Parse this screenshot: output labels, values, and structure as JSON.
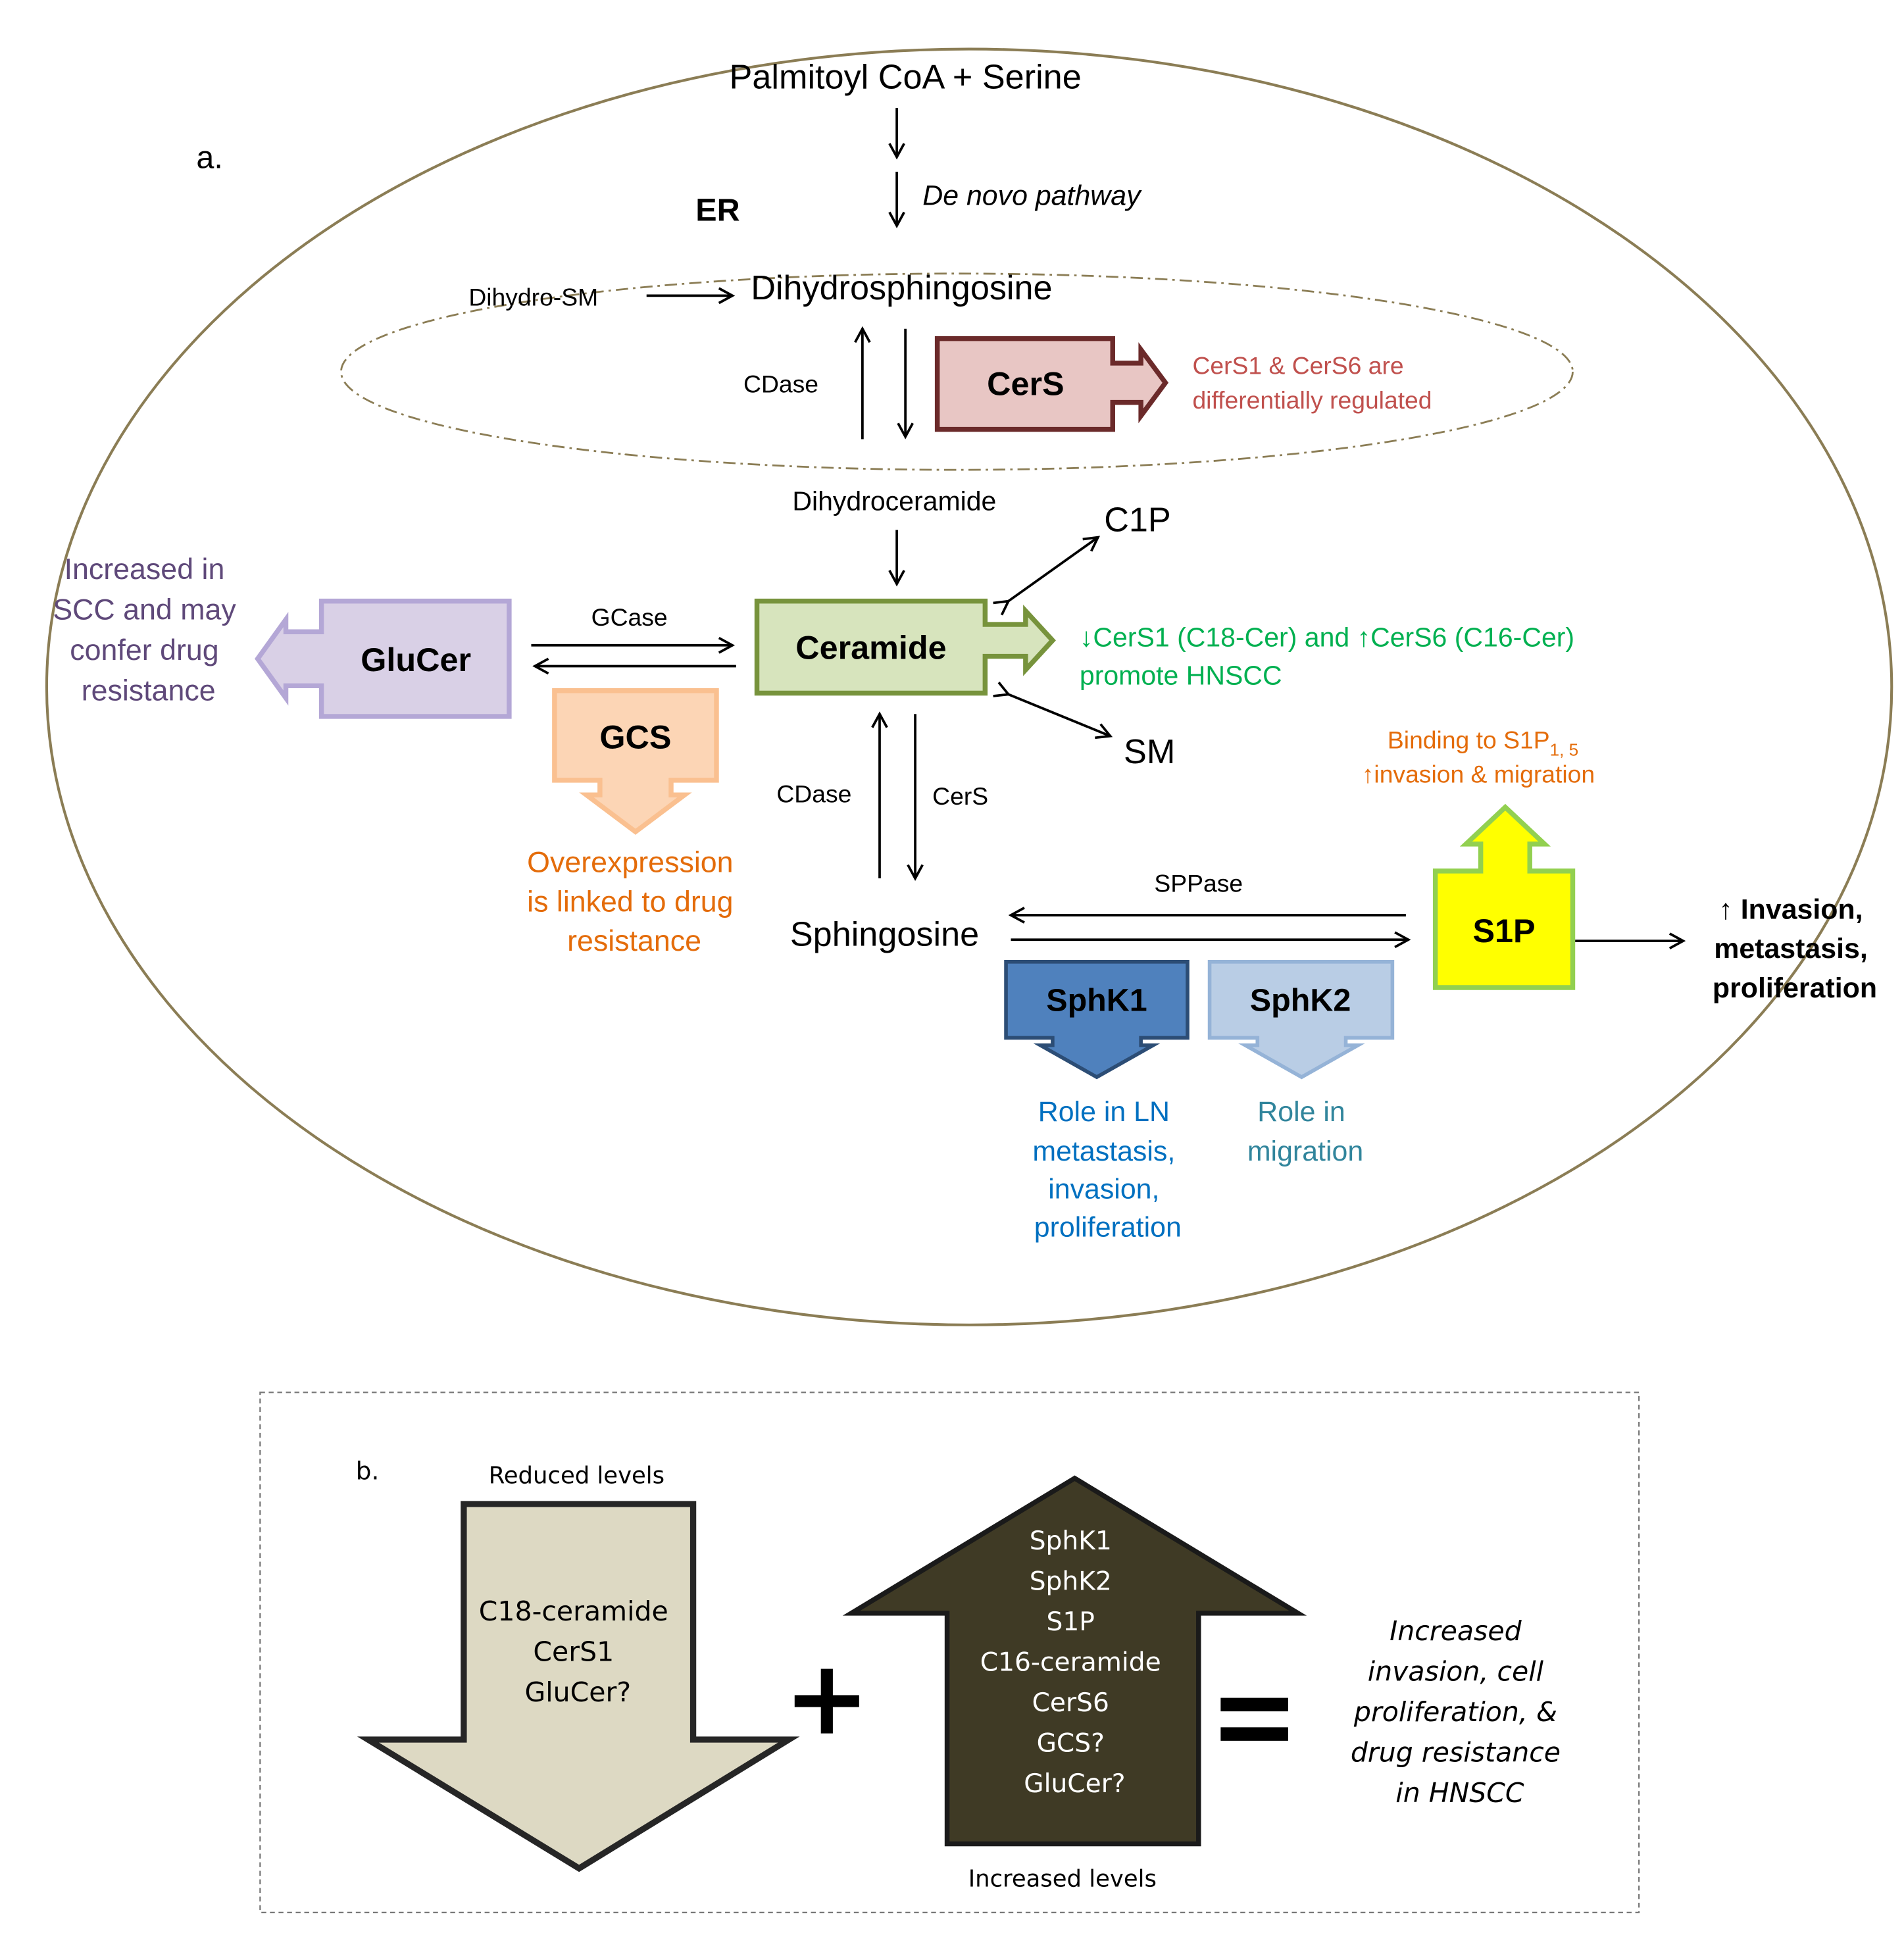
{
  "panel_a": {
    "label": "a.",
    "er_label": "ER",
    "palmitoyl": "Palmitoyl CoA + Serine",
    "de_novo": "De novo pathway",
    "dihydro_sm": "Dihydro-SM",
    "dihydrosphingosine": "Dihydrosphingosine",
    "cdase_er": "CDase",
    "cers_box": "CerS",
    "cers_note": [
      "CerS1 & CerS6 are",
      "differentially regulated"
    ],
    "dihydroceramide": "Dihydroceramide",
    "c1p": "C1P",
    "sm": "SM",
    "gcase": "GCase",
    "ceramide_box": "Ceramide",
    "ceramide_note": [
      "↓CerS1 (C18-Cer) and ↑CerS6 (C16-Cer)",
      "promote HNSCC"
    ],
    "glucer_box": "GluCer",
    "glucer_note": [
      "Increased in",
      "SCC and may",
      "confer drug",
      "resistance"
    ],
    "gcs_box": "GCS",
    "gcs_note": [
      "Overexpression",
      "is linked to drug",
      "resistance"
    ],
    "cdase_lower": "CDase",
    "cers_lower": "CerS",
    "sphingosine": "Sphingosine",
    "sppase": "SPPase",
    "s1p_box": "S1P",
    "s1p_note_line1_main": "Binding to S1P",
    "s1p_note_line1_sub": "1, 5",
    "s1p_note_line2": "↑invasion & migration",
    "sphk1_box": "SphK1",
    "sphk1_note": [
      "Role in LN",
      "metastasis,",
      "invasion,",
      "proliferation"
    ],
    "sphk2_box": "SphK2",
    "sphk2_note": [
      "Role in",
      "migration"
    ],
    "outcome": [
      "↑ Invasion,",
      "metastasis,",
      "proliferation"
    ]
  },
  "panel_b": {
    "label": "b.",
    "reduced_title": "Reduced levels",
    "reduced_items": [
      "C18-ceramide",
      "CerS1",
      "GluCer?"
    ],
    "plus": "+",
    "increased_items": [
      "SphK1",
      "SphK2",
      "S1P",
      "C16-ceramide",
      "CerS6",
      "GCS?",
      "GluCer?"
    ],
    "increased_title": "Increased levels",
    "equals": "=",
    "result": [
      "Increased",
      "invasion, cell",
      "proliferation, &",
      "drug resistance",
      "in HNSCC"
    ]
  },
  "colors": {
    "cell_outline": "#8b7d55",
    "cers_fill": "#e8c6c4",
    "cers_stroke": "#6b2a2a",
    "cers_text": "#c0504d",
    "ceramide_fill": "#d7e4bd",
    "ceramide_stroke": "#77933c",
    "ceramide_text": "#00b050",
    "glucer_fill": "#d9d0e6",
    "glucer_stroke": "#b4a7d6",
    "glucer_text": "#5f497a",
    "gcs_fill": "#fcd5b5",
    "gcs_stroke": "#fac090",
    "gcs_text": "#e46c0a",
    "s1p_fill": "#ffff00",
    "s1p_stroke": "#92d050",
    "s1p_text": "#e46c0a",
    "sphk1_fill": "#4f81bd",
    "sphk1_stroke": "#2c4d75",
    "sphk1_text": "#0070c0",
    "sphk2_fill": "#b9cde5",
    "sphk2_stroke": "#95b3d7",
    "sphk2_text": "#31859c",
    "reduced_fill": "#ddd9c3",
    "increased_fill": "#3f3a25"
  }
}
